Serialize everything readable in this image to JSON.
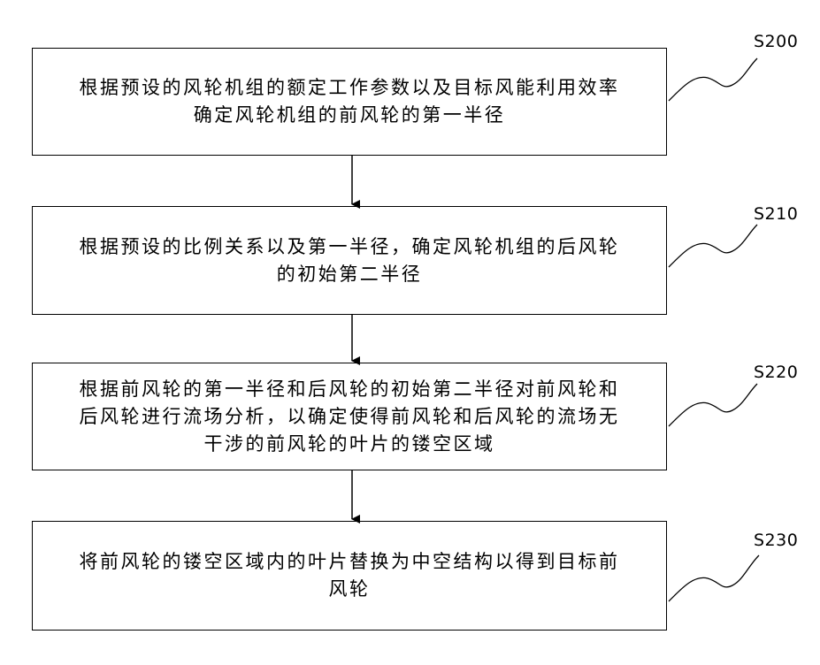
{
  "flowchart": {
    "steps": [
      {
        "label": "S200",
        "text": "根据预设的风轮机组的额定工作参数以及目标风能利用效率\n确定风轮机组的前风轮的第一半径"
      },
      {
        "label": "S210",
        "text": "根据预设的比例关系以及第一半径，确定风轮机组的后风轮\n的初始第二半径"
      },
      {
        "label": "S220",
        "text": "根据前风轮的第一半径和后风轮的初始第二半径对前风轮和\n后风轮进行流场分析，以确定使得前风轮和后风轮的流场无\n干涉的前风轮的叶片的镂空区域"
      },
      {
        "label": "S230",
        "text": "将前风轮的镂空区域内的叶片替换为中空结构以得到目标前\n风轮"
      }
    ]
  }
}
